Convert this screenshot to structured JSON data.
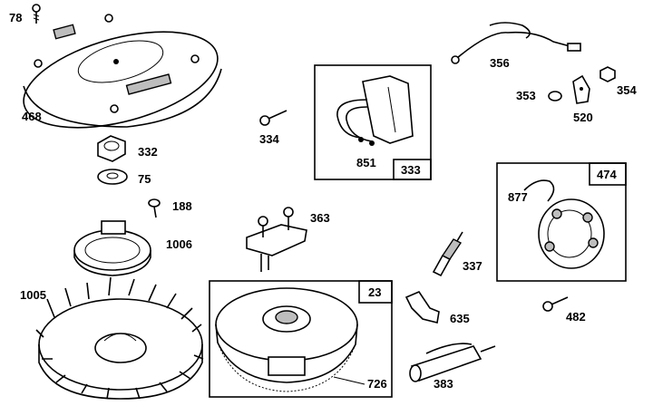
{
  "parts": [
    {
      "id": "78",
      "label": "78"
    },
    {
      "id": "468",
      "label": "468"
    },
    {
      "id": "332",
      "label": "332"
    },
    {
      "id": "75",
      "label": "75"
    },
    {
      "id": "188",
      "label": "188"
    },
    {
      "id": "1006",
      "label": "1006"
    },
    {
      "id": "1005",
      "label": "1005"
    },
    {
      "id": "334",
      "label": "334"
    },
    {
      "id": "851",
      "label": "851"
    },
    {
      "id": "333",
      "label": "333"
    },
    {
      "id": "363",
      "label": "363"
    },
    {
      "id": "23",
      "label": "23"
    },
    {
      "id": "726",
      "label": "726"
    },
    {
      "id": "337",
      "label": "337"
    },
    {
      "id": "635",
      "label": "635"
    },
    {
      "id": "383",
      "label": "383"
    },
    {
      "id": "356",
      "label": "356"
    },
    {
      "id": "353",
      "label": "353"
    },
    {
      "id": "354",
      "label": "354"
    },
    {
      "id": "520",
      "label": "520"
    },
    {
      "id": "474",
      "label": "474"
    },
    {
      "id": "877",
      "label": "877"
    },
    {
      "id": "482",
      "label": "482"
    }
  ]
}
